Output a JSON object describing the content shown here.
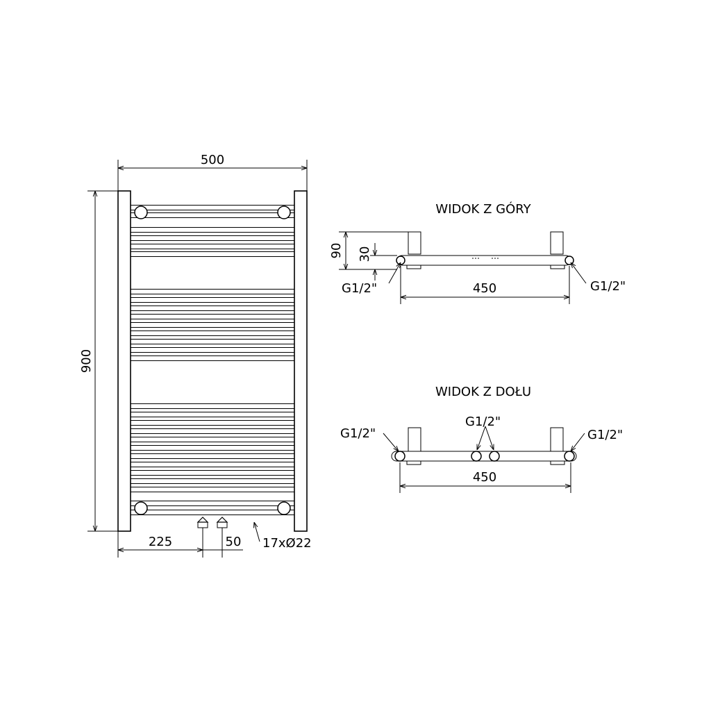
{
  "front_view": {
    "width_label": "500",
    "height_label": "900",
    "offset_label": "225",
    "spacing_label": "50",
    "tubes_label": "17xØ22"
  },
  "top_view": {
    "title": "WIDOK Z GÓRY",
    "depth_label": "90",
    "offset_label": "30",
    "left_conn_label": "G1/2\"",
    "right_conn_label": "G1/2\"",
    "width_label": "450"
  },
  "bottom_view": {
    "title": "WIDOK Z DOŁU",
    "left_conn_label": "G1/2\"",
    "center_conn_label": "G1/2\"",
    "right_conn_label": "G1/2\"",
    "width_label": "450"
  }
}
